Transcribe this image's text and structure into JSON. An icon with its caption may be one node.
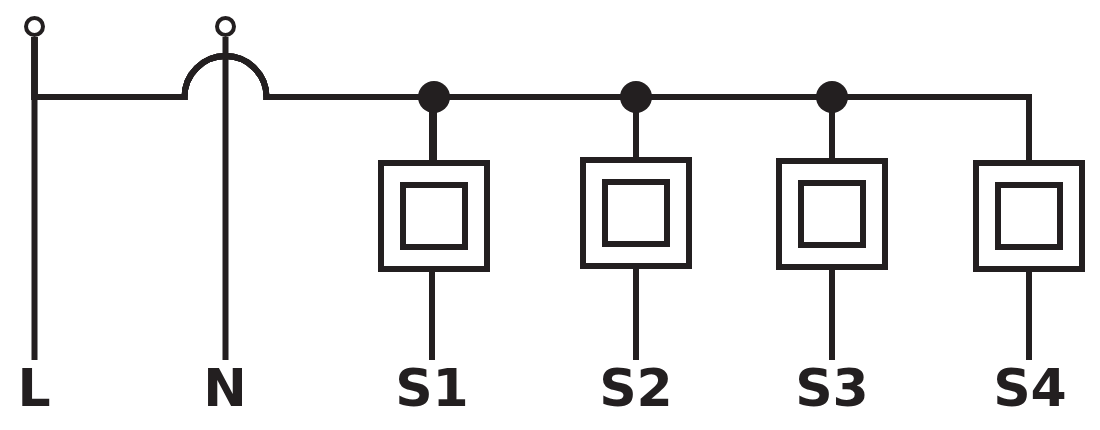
{
  "diagram": {
    "nodes": [
      {
        "text": [],
        "shape": "circle"
      },
      {
        "text": [],
        "shape": "circle"
      },
      {
        "text": [],
        "shape": "box"
      },
      {
        "text": [],
        "shape": "box"
      },
      {
        "text": [],
        "shape": "box"
      },
      {
        "text": [],
        "shape": "box"
      },
      {
        "text": [
          "L"
        ]
      },
      {
        "text": [
          "N"
        ]
      },
      {
        "text": [
          "S1"
        ]
      },
      {
        "text": [
          "S2"
        ]
      },
      {
        "text": [
          "S3"
        ]
      },
      {
        "text": [
          "S4"
        ]
      }
    ],
    "edges": [
      {
        "from": 0,
        "to": 6,
        "arrow": "none"
      },
      {
        "from": 1,
        "to": 7,
        "arrow": "none"
      },
      {
        "from": 0,
        "to": 2,
        "arrow": "none"
      },
      {
        "from": 0,
        "to": 3,
        "arrow": "none"
      },
      {
        "from": 0,
        "to": 4,
        "arrow": "none"
      },
      {
        "from": 0,
        "to": 5,
        "arrow": "none"
      },
      {
        "from": 2,
        "to": 8,
        "arrow": "none"
      },
      {
        "from": 3,
        "to": 9,
        "arrow": "none"
      },
      {
        "from": 4,
        "to": 10,
        "arrow": "none"
      },
      {
        "from": 5,
        "to": 11,
        "arrow": "none"
      }
    ]
  }
}
